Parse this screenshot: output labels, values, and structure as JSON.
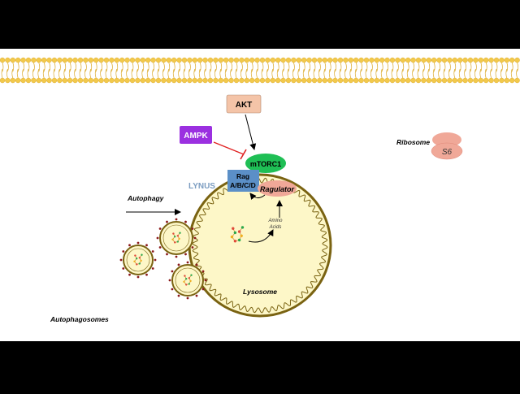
{
  "nodes": {
    "akt": "AKT",
    "ampk": "AMPK",
    "mtorc1": "mTORC1",
    "rag_line1": "Rag",
    "rag_line2": "A/B/C/D",
    "regulator": "Ragulator",
    "lynus": "LYNUS",
    "ribosome": "Ribosome",
    "s6": "S6"
  },
  "labels": {
    "autophagy": "Autophagy",
    "amino_line1": "Amino",
    "amino_line2": "Acids",
    "lysosome": "Lysosome",
    "autophagosomes": "Autophagosomes"
  },
  "colors": {
    "membrane_head": "#F2C94C",
    "membrane_stroke": "#D9A520",
    "lysosome_fill": "#FDF7C8",
    "lysosome_stroke": "#7A6312",
    "akt_fill": "#F4C4A8",
    "ampk_fill": "#9B30E0",
    "mtorc1_fill": "#1FBF55",
    "rag_fill": "#5B8FC7",
    "regulator_fill": "#F0A898",
    "ribosome_fill": "#F0A898",
    "inhibit": "#E02020",
    "lynus_text": "#7A9CC0",
    "dots": "#8B1A1A"
  }
}
